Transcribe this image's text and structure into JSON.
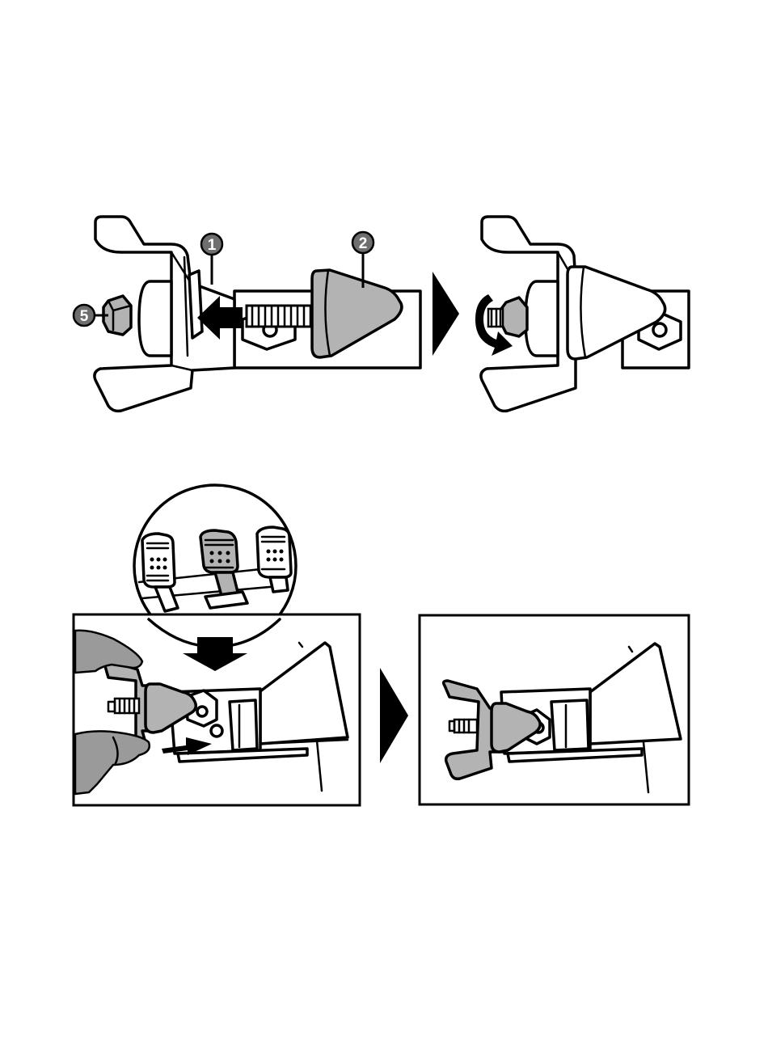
{
  "callouts": {
    "bracket": "1",
    "cone": "2",
    "nut": "5"
  },
  "colors": {
    "ink": "#000000",
    "paper": "#ffffff",
    "part_grey": "#b3b3b3",
    "callout_grey": "#6e6e6e",
    "hand_grey": "#9a9a9a"
  }
}
